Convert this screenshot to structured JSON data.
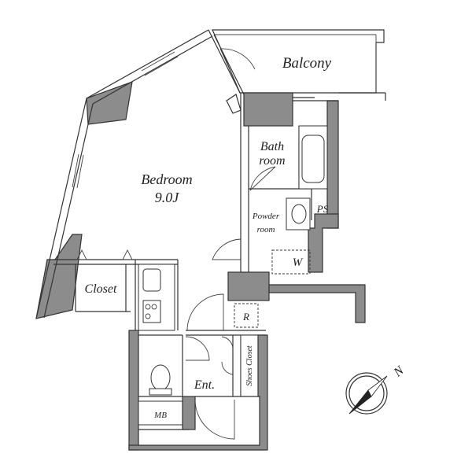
{
  "rooms": {
    "balcony": "Balcony",
    "bedroom": "Bedroom",
    "bedroom_size": "9.0J",
    "bath_line1": "Bath",
    "bath_line2": "room",
    "powder_line1": "Powder",
    "powder_line2": "room",
    "ps": "PS",
    "washer": "W",
    "closet": "Closet",
    "refrigerator": "R",
    "entrance": "Ent.",
    "shoes_closet": "Shoes Closet",
    "mb": "MB"
  },
  "compass": {
    "north": "N"
  },
  "colors": {
    "wall": "#8c8c8c",
    "line": "#333333",
    "background": "#ffffff"
  }
}
